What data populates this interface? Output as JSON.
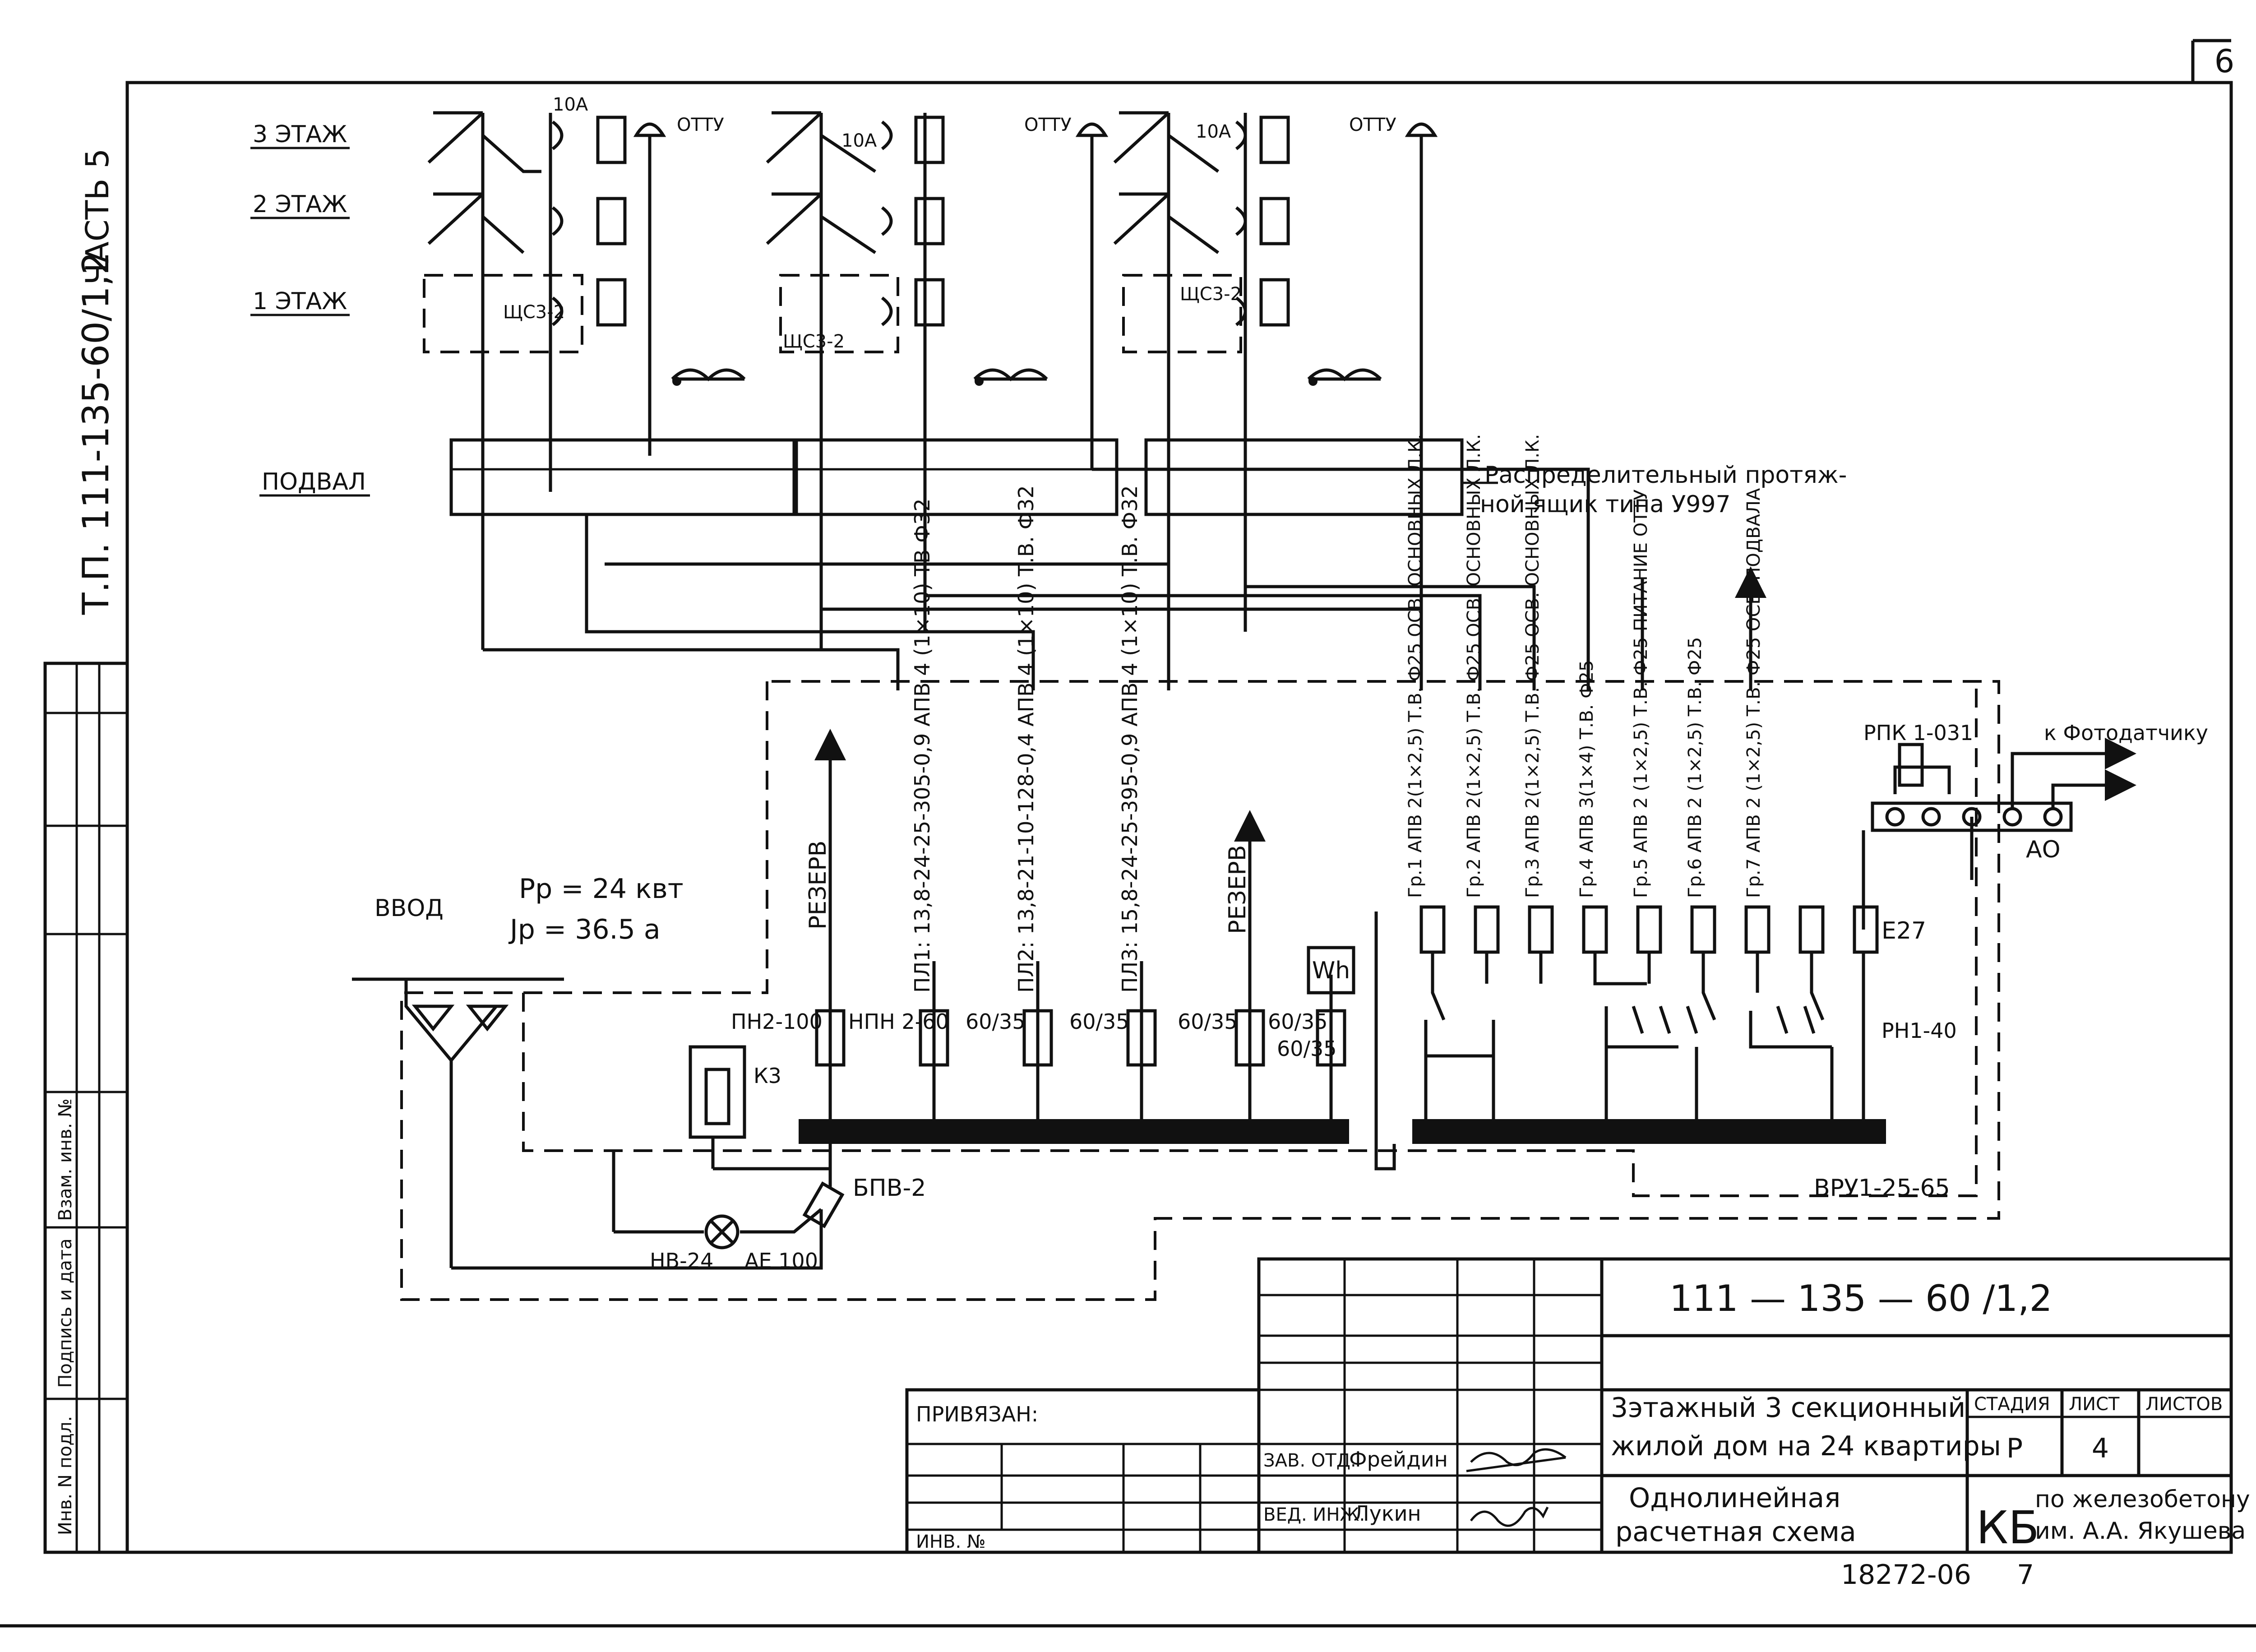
{
  "sheet": {
    "page_number": "6",
    "part": "ЧАСТЬ 5",
    "tp_code": "Т.П. 111-135-60/1,2"
  },
  "left_stamp": {
    "inv_podl": "Инв. N подл.",
    "podpis_data": "Подпись и дата",
    "vzam_inv": "Взам. инв. №"
  },
  "floors": {
    "f3": "3 ЭТАЖ",
    "f2": "2 ЭТАЖ",
    "f1": "1 ЭТАЖ",
    "basement": "ПОДВАЛ"
  },
  "risers": {
    "fuse_10a": "10А",
    "otty": "ОТТУ",
    "panel": "ЩС3-2"
  },
  "distribution_box": {
    "line1": "Распределительный протяж-",
    "line2": "ной ящик типа У997"
  },
  "input": {
    "vvod": "ВВОД",
    "pr": "Pр = 24 квт",
    "ir": "Jр = 36.5 а",
    "pn2": "ПН2-100",
    "npn": "НПН 2-60",
    "k3": "К3",
    "bpv": "БПВ-2",
    "nv": "НВ-24",
    "ae": "АЕ 100"
  },
  "feeders": [
    {
      "label": "РЕЗЕРВ",
      "fuse": ""
    },
    {
      "label": "ПЛ1: 13,8-24-25-305-0,9  АПВ 4 (1×10) ТВ Ф32",
      "fuse": "60/35"
    },
    {
      "label": "ПЛ2: 13,8-21-10-128-0,4  АПВ 4 (1×10) Т.В. Ф32",
      "fuse": "60/35"
    },
    {
      "label": "ПЛ3: 15,8-24-25-395-0,9  АПВ 4 (1×10) Т.В. Ф32",
      "fuse": "60/35"
    },
    {
      "label": "РЕЗЕРВ",
      "fuse": "60/35"
    },
    {
      "label": "",
      "fuse": "60/35"
    }
  ],
  "meter": "Wh",
  "lighting_groups": [
    "Гр.1 АПВ 2(1×2,5) Т.В. Ф25  ОСВ. ОСНОВНЫХ Л.К.",
    "Гр.2 АПВ 2(1×2,5) Т.В. Ф25  ОСВ. ОСНОВНЫХ Л.К.",
    "Гр.3 АПВ 2(1×2,5) Т.В. Ф25  ОСВ. ОСНОВНЫХ Л.К.",
    "Гр.4 АПВ 3(1×4) Т.В. Ф25",
    "Гр.5 АПВ 2 (1×2,5) Т.В. Ф25  ПИТАНИЕ ОТТУ",
    "Гр.6 АПВ 2 (1×2,5) Т.В. Ф25",
    "Гр.7 АПВ 2 (1×2,5) Т.В. Ф25  ОСВ. ПОДВАЛА"
  ],
  "labels": {
    "e27": "Е27",
    "rn": "РН1-40",
    "rpk": "РПК 1-031",
    "photo": "к Фотодатчику",
    "ao": "АО",
    "vru": "ВРУ1-25-65"
  },
  "title_block": {
    "code": "111 — 135 — 60 /1,2",
    "privyazan": "ПРИВЯЗАН:",
    "inv_no": "ИНВ. №",
    "zav_otd_role": "ЗАВ. ОТД.",
    "zav_otd_name": "Фрейдин",
    "ved_inzh_role": "ВЕД. ИНЖ.",
    "ved_inzh_name": "Лукин",
    "project_line1": "3этажный 3 секционный",
    "project_line2": "жилой дом на 24 квартиры",
    "sheet_line1": "Однолинейная",
    "sheet_line2": "расчетная схема",
    "stage_h": "СТАДИЯ",
    "list_h": "ЛИСТ",
    "lists_h": "ЛИСТОВ",
    "stage": "Р",
    "list": "4",
    "lists": "",
    "org_kb": "КБ",
    "org_line1": "по железобетону",
    "org_line2": "им. А.А. Якушева",
    "archive": "18272-06",
    "archive_sheet": "7"
  }
}
